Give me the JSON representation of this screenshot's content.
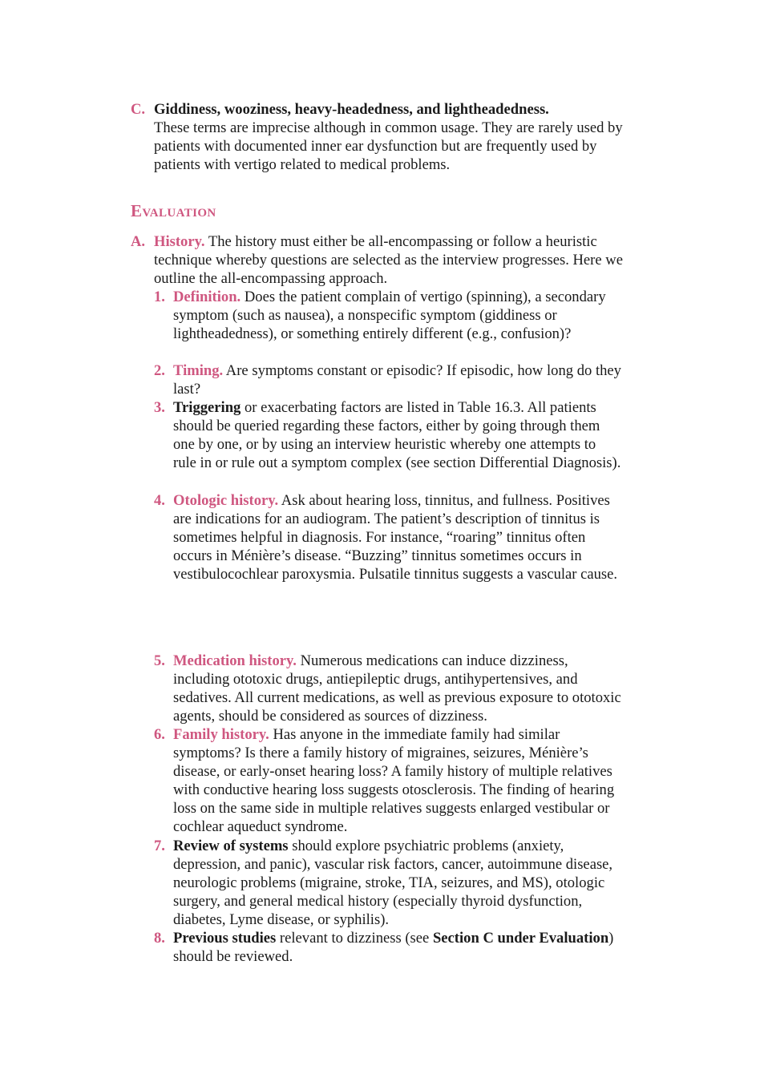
{
  "section_c": {
    "marker": "C.",
    "title": "Giddiness, wooziness, heavy-headedness, and lightheadedness.",
    "body": "These terms are imprecise although in common usage. They are rarely used by patients with documented inner ear dysfunction but are frequently used by patients with vertigo related to medical problems."
  },
  "evaluation_heading": "Evaluation",
  "history": {
    "marker": "A.",
    "title": "History.",
    "body": " The history must either be all-encompassing or follow a heuristic technique whereby questions are selected as the interview progresses. Here we outline the all-encompassing approach."
  },
  "items": [
    {
      "num": "1.",
      "lead": "Definition.",
      "text": " Does the patient complain of vertigo (spinning), a secondary symptom (such as nausea), a nonspecific symptom (giddiness or lightheadedness), or something entirely different (e.g., confusion)?"
    },
    {
      "num": "2.",
      "lead": "Timing.",
      "text": " Are symptoms constant or episodic? If episodic, how long do they last?"
    },
    {
      "num": "3.",
      "lead": "Triggering",
      "text": " or exacerbating factors are listed in Table 16.3. All patients should be queried regarding these factors, either by going through them one by one, or by using an interview heuristic whereby one attempts to rule in or rule out a symptom complex (see section Differential Diagnosis)."
    },
    {
      "num": "4.",
      "lead": "Otologic history.",
      "text": " Ask about hearing loss, tinnitus, and fullness. Positives are indications for an audiogram. The patient’s description of tinnitus is sometimes helpful in diagnosis. For instance, “roaring” tinnitus often occurs in Ménière’s disease. “Buzzing” tinnitus sometimes occurs in vestibulocochlear paroxysmia. Pulsatile tinnitus suggests a vascular cause."
    },
    {
      "num": "5.",
      "lead": "Medication history.",
      "text": " Numerous medications can induce dizziness, including ototoxic drugs, antiepileptic drugs, antihypertensives, and sedatives. All current medications, as well as previous exposure to ototoxic agents, should be considered as sources of dizziness."
    },
    {
      "num": "6.",
      "lead": "Family history.",
      "text": " Has anyone in the immediate family had similar symptoms? Is there a family history of migraines, seizures, Ménière’s disease, or early-onset hearing loss? A family history of multiple relatives with conductive hearing loss suggests otosclerosis. The finding of hearing loss on the same side in multiple relatives suggests enlarged vestibular or cochlear aqueduct syndrome."
    },
    {
      "num": "7.",
      "lead": "Review of systems",
      "text": " should explore psychiatric problems (anxiety, depression, and panic), vascular risk factors, cancer, autoimmune disease, neurologic problems (migraine, stroke, TIA, seizures, and MS), otologic surgery, and general medical history (especially thyroid dysfunction, diabetes, Lyme disease, or syphilis)."
    },
    {
      "num": "8.",
      "lead": "Previous studies",
      "text": " relevant to dizziness (see ",
      "ref": "Section C under Evaluation",
      "tail": ") should be reviewed."
    }
  ],
  "colors": {
    "accent": "#cf5780",
    "text": "#1a1a1a"
  }
}
